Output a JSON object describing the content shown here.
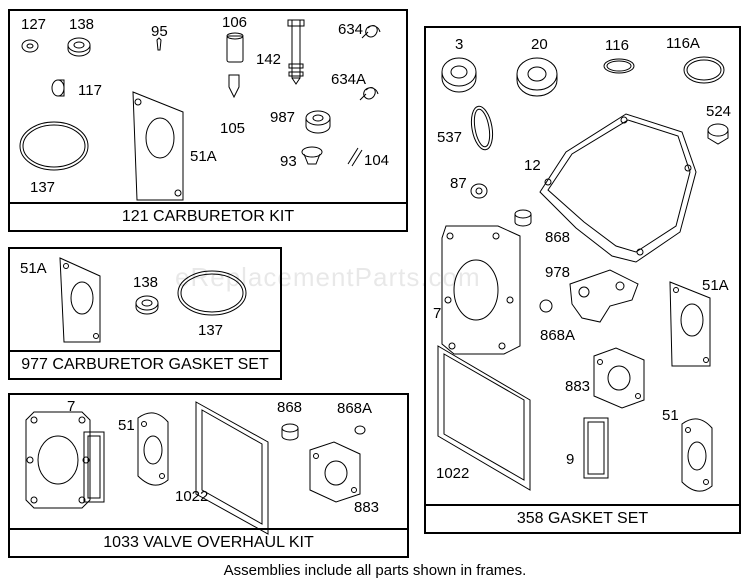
{
  "frames": {
    "carburetor_kit": {
      "label": "121 CARBURETOR KIT"
    },
    "carburetor_gasket_set": {
      "label": "977 CARBURETOR GASKET SET"
    },
    "valve_overhaul_kit": {
      "label": "1033 VALVE OVERHAUL KIT"
    },
    "gasket_set": {
      "label": "358 GASKET SET"
    }
  },
  "callouts": {
    "carburetor_kit": {
      "c127": "127",
      "c138": "138",
      "c95": "95",
      "c106": "106",
      "c634": "634",
      "c142": "142",
      "c117": "117",
      "c634a": "634A",
      "c105": "105",
      "c987": "987",
      "c51a": "51A",
      "c137": "137",
      "c93": "93",
      "c104": "104"
    },
    "carburetor_gasket_set": {
      "c51a": "51A",
      "c138": "138",
      "c137": "137"
    },
    "valve_overhaul_kit": {
      "c7": "7",
      "c51": "51",
      "c868": "868",
      "c868a": "868A",
      "c1022": "1022",
      "c883": "883"
    },
    "gasket_set": {
      "c3": "3",
      "c20": "20",
      "c116": "116",
      "c116a": "116A",
      "c524": "524",
      "c537": "537",
      "c12": "12",
      "c87": "87",
      "c868": "868",
      "c978": "978",
      "c7": "7",
      "c51a": "51A",
      "c868a": "868A",
      "c883": "883",
      "c51": "51",
      "c1022": "1022",
      "c9": "9"
    }
  },
  "footnote": "Assemblies include all parts shown in frames.",
  "watermark": "eReplacementParts.com",
  "colors": {
    "line": "#000000",
    "background": "#ffffff"
  }
}
